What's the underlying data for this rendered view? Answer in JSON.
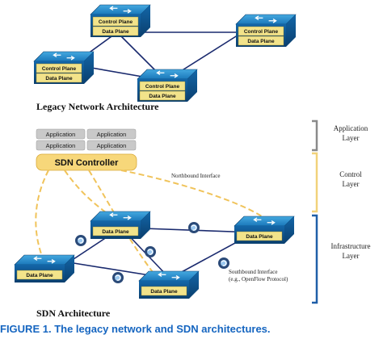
{
  "legacy": {
    "title": "Legacy Network Architecture",
    "switch_label_control": "Control Plane",
    "switch_label_data": "Data Plane"
  },
  "sdn": {
    "title": "SDN Architecture",
    "applications": [
      "Application",
      "Application",
      "Application",
      "Application"
    ],
    "controller": "SDN Controller",
    "northbound": "Northbound Interface",
    "southbound_line1": "Southbound Interface",
    "southbound_line2": "(e.g., OpenFlow Protocol)",
    "switch_label_data": "Data Plane"
  },
  "layers": {
    "application": [
      "Application",
      "Layer"
    ],
    "control": [
      "Control",
      "Layer"
    ],
    "infrastructure": [
      "Infrastructure",
      "Layer"
    ]
  },
  "caption": {
    "number": "FIGURE 1.",
    "text": "The legacy network and SDN architectures."
  },
  "colors": {
    "switch_top": "#1e88c8",
    "switch_side": "#0b4f86",
    "label_box": "#f2e38a",
    "controller": "#f7d77a",
    "app_box": "#c9c9c9",
    "dash": "#f0c35a",
    "bracket_app": "#8a8a8a",
    "bracket_ctrl": "#f1d27a",
    "bracket_infra": "#1f5fa8",
    "caption": "#1565c0"
  }
}
